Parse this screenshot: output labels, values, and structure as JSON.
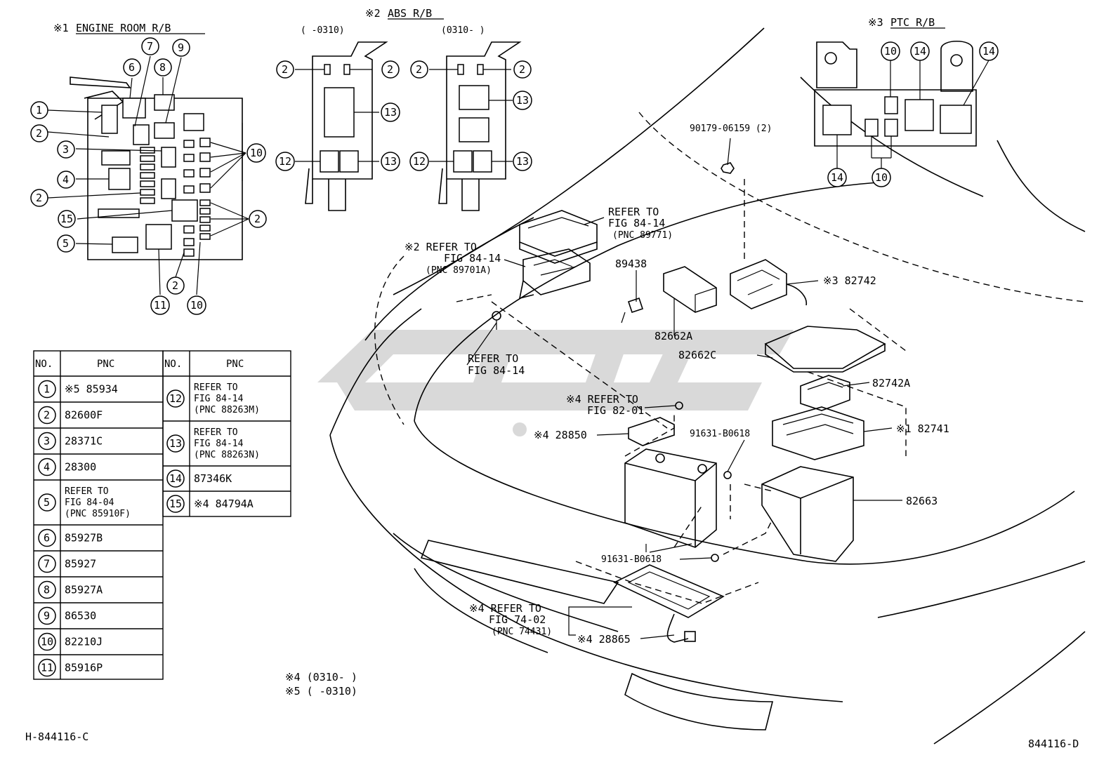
{
  "diagram": {
    "insets": {
      "engine_room": {
        "mark": "※1",
        "title": "ENGINE ROOM R/B"
      },
      "abs": {
        "mark": "※2",
        "title": "ABS R/B",
        "range_left": "(      -0310)",
        "range_right": "(0310-      )"
      },
      "ptc": {
        "mark": "※3",
        "title": "PTC R/B"
      }
    },
    "callouts": {
      "ref_89771": [
        "REFER TO",
        "FIG 84-14",
        "(PNC 89771)"
      ],
      "ref_89701a": [
        "※2 REFER TO",
        "FIG 84-14",
        "(PNC 89701A)"
      ],
      "ref_84_14": [
        "REFER TO",
        "FIG 84-14"
      ],
      "ref_82_01": [
        "※4 REFER TO",
        "FIG 82-01"
      ],
      "ref_74_02": [
        "※4 REFER TO",
        "FIG 74-02",
        "(PNC 74431)"
      ],
      "p_89438": "89438",
      "p_90179": "90179-06159 (2)",
      "p_82742": "※3 82742",
      "p_82662a": "82662A",
      "p_82662c": "82662C",
      "p_82742a": "82742A",
      "p_82741": "※1 82741",
      "p_91631_top": "91631-B0618",
      "p_28850": "※4 28850",
      "p_82663": "82663",
      "p_91631_bot": "91631-B0618",
      "p_28865": "※4 28865"
    },
    "notes": {
      "n4": "※4 (0310-      )",
      "n5": "※5 (      -0310)"
    },
    "codes": {
      "left": "H-844116-C",
      "right": "844116-D"
    },
    "table": {
      "headers": [
        "NO.",
        "PNC",
        "NO.",
        "PNC"
      ],
      "left": [
        {
          "no": "1",
          "pnc": [
            "※5 85934"
          ]
        },
        {
          "no": "2",
          "pnc": [
            "82600F"
          ]
        },
        {
          "no": "3",
          "pnc": [
            "28371C"
          ]
        },
        {
          "no": "4",
          "pnc": [
            "28300"
          ]
        },
        {
          "no": "5",
          "pnc": [
            "REFER TO",
            "FIG 84-04",
            "(PNC 85910F)"
          ]
        },
        {
          "no": "6",
          "pnc": [
            "85927B"
          ]
        },
        {
          "no": "7",
          "pnc": [
            "85927"
          ]
        },
        {
          "no": "8",
          "pnc": [
            "85927A"
          ]
        },
        {
          "no": "9",
          "pnc": [
            "86530"
          ]
        },
        {
          "no": "10",
          "pnc": [
            "82210J"
          ]
        },
        {
          "no": "11",
          "pnc": [
            "85916P"
          ]
        }
      ],
      "right": [
        {
          "no": "12",
          "pnc": [
            "REFER TO",
            "FIG 84-14",
            "(PNC 88263M)"
          ]
        },
        {
          "no": "13",
          "pnc": [
            "REFER TO",
            "FIG 84-14",
            "(PNC 88263N)"
          ]
        },
        {
          "no": "14",
          "pnc": [
            "87346K"
          ]
        },
        {
          "no": "15",
          "pnc": [
            "※4 84794A"
          ]
        }
      ]
    },
    "inset_numbers": {
      "er": [
        "1",
        "2",
        "3",
        "4",
        "2",
        "15",
        "5",
        "6",
        "7",
        "8",
        "9",
        "10",
        "2",
        "2",
        "11",
        "10"
      ],
      "abs_left": [
        "2",
        "2",
        "13",
        "12",
        "13"
      ],
      "abs_right": [
        "2",
        "2",
        "13",
        "12",
        "13"
      ],
      "ptc": [
        "10",
        "14",
        "14",
        "14",
        "10"
      ]
    }
  }
}
